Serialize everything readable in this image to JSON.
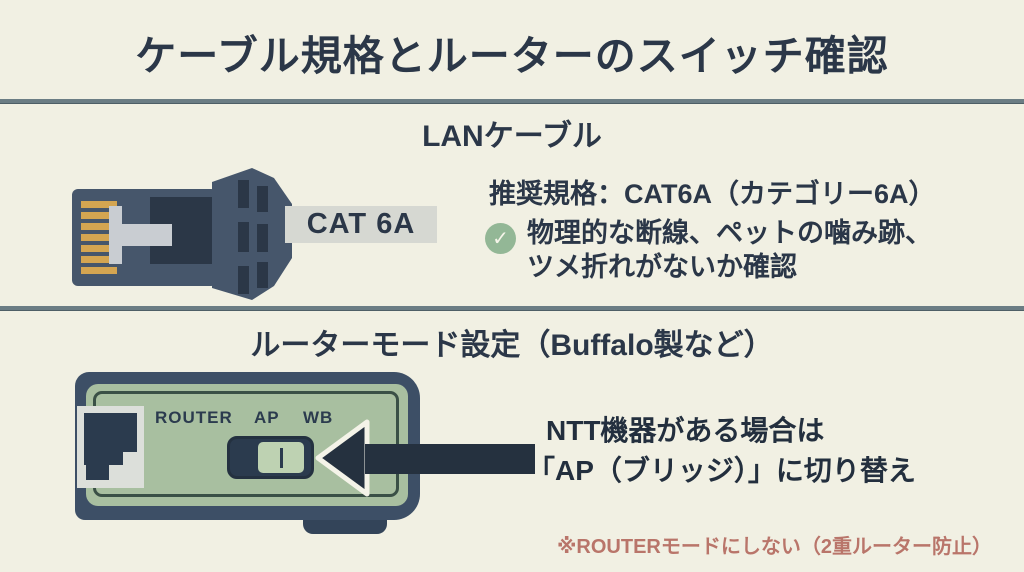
{
  "page": {
    "title": "ケーブル規格とルーターのスイッチ確認"
  },
  "icons": {
    "check": "✓"
  },
  "colors": {
    "background": "#f1f0e3",
    "ink": "#2b3748",
    "divider": "#6b7d84",
    "connector_body": "#46566b",
    "connector_dark": "#2b3747",
    "pin_gold": "#d4a551",
    "cable_sheath": "#d6d8d2",
    "check_green": "#93b796",
    "router_body": "#3d4f66",
    "router_panel": "#a8bfa0",
    "switch_knob": "#bed2b2",
    "arrow": "#25313f",
    "footnote_red": "#b9756a"
  },
  "lan_section": {
    "heading": "LANケーブル",
    "cable_label": "CAT 6A",
    "recommended": "推奨規格：CAT6A（カテゴリー6A）",
    "check_line1": "物理的な断線、ペットの噛み跡、",
    "check_line2": "ツメ折れがないか確認"
  },
  "router_section": {
    "heading": "ルーターモード設定（Buffalo製など）",
    "switch_labels": [
      "ROUTER",
      "AP",
      "WB"
    ],
    "callout_line1": "NTT機器がある場合は",
    "callout_line2": "「AP（ブリッジ）」に切り替え",
    "footnote": "※ROUTERモードにしない（2重ルーター防止）"
  }
}
